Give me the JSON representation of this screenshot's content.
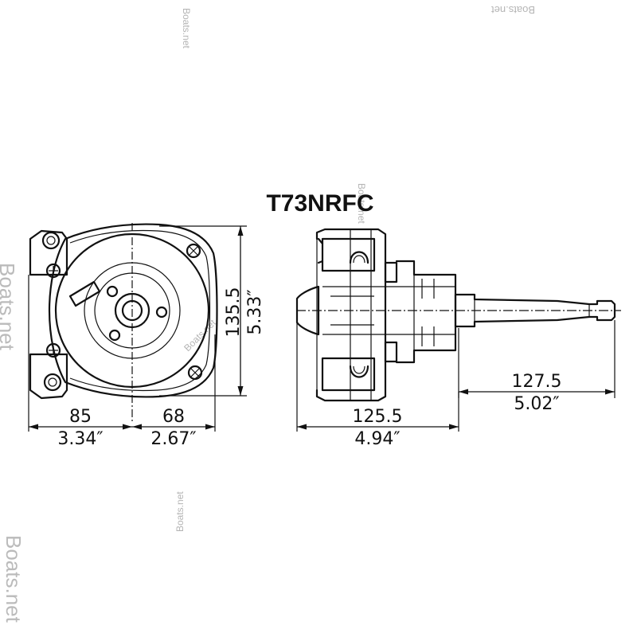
{
  "title": "T73NRFC",
  "dimensions": {
    "front_width_left": {
      "mm": "85",
      "inch": "3.34″"
    },
    "front_width_right": {
      "mm": "68",
      "inch": "2.67″"
    },
    "front_height": {
      "mm": "135.5",
      "inch": "5.33″"
    },
    "side_body_length": {
      "mm": "125.5",
      "inch": "4.94″"
    },
    "side_shaft_length": {
      "mm": "127.5",
      "inch": "5.02″"
    }
  },
  "watermark": "Boats.net",
  "colors": {
    "line": "#111111",
    "watermark": "#b5b5b5",
    "background": "#ffffff"
  }
}
